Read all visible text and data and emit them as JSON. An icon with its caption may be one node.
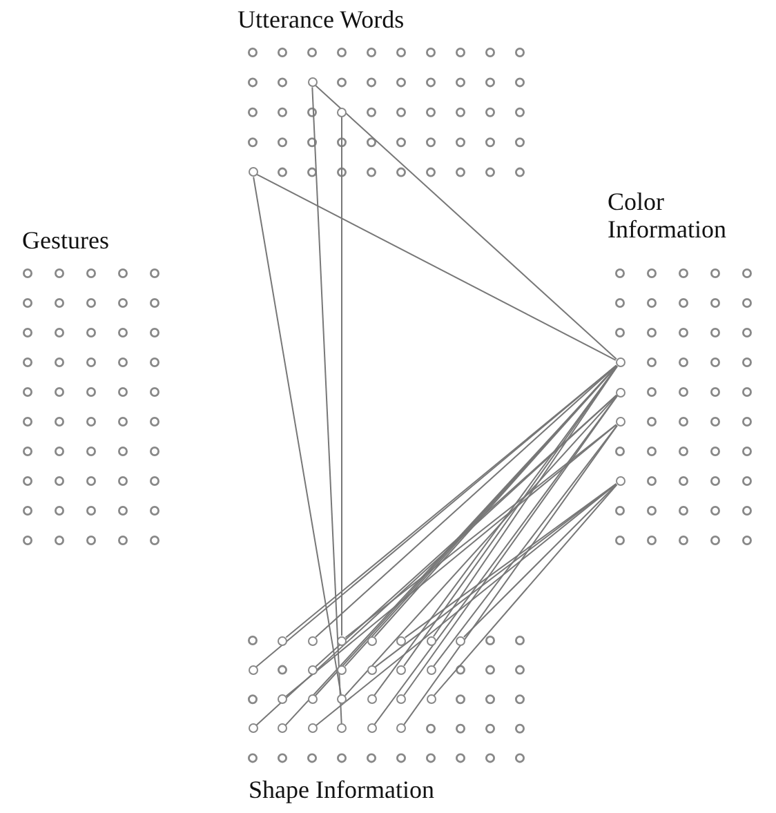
{
  "diagram": {
    "nodes": [
      {
        "text": [],
        "shape": "circle"
      },
      {
        "text": [],
        "shape": "circle"
      },
      {
        "text": [],
        "shape": "circle"
      },
      {
        "text": [],
        "shape": "circle"
      },
      {
        "text": [],
        "shape": "circle"
      },
      {
        "text": [],
        "shape": "circle"
      },
      {
        "text": [],
        "shape": "circle"
      },
      {
        "text": [],
        "shape": "circle"
      },
      {
        "text": [],
        "shape": "circle"
      },
      {
        "text": [],
        "shape": "circle"
      },
      {
        "text": [],
        "shape": "circle"
      },
      {
        "text": [],
        "shape": "circle"
      },
      {
        "text": [],
        "shape": "circle"
      },
      {
        "text": [],
        "shape": "circle"
      },
      {
        "text": [],
        "shape": "circle"
      },
      {
        "text": [],
        "shape": "circle"
      },
      {
        "text": [],
        "shape": "circle"
      },
      {
        "text": [],
        "shape": "circle"
      },
      {
        "text": [],
        "shape": "circle"
      },
      {
        "text": [],
        "shape": "circle"
      },
      {
        "text": [],
        "shape": "circle"
      },
      {
        "text": [],
        "shape": "circle"
      },
      {
        "text": [],
        "shape": "circle"
      },
      {
        "text": [],
        "shape": "circle"
      },
      {
        "text": [],
        "shape": "circle"
      },
      {
        "text": [],
        "shape": "circle"
      },
      {
        "text": [],
        "shape": "circle"
      },
      {
        "text": [],
        "shape": "circle"
      },
      {
        "text": [],
        "shape": "circle"
      },
      {
        "text": [],
        "shape": "circle"
      },
      {
        "text": [],
        "shape": "circle"
      },
      {
        "text": [],
        "shape": "circle"
      }
    ],
    "edges": [
      {
        "from": 0,
        "to": 3,
        "arrow": "none"
      },
      {
        "from": 2,
        "to": 3,
        "arrow": "none"
      },
      {
        "from": 0,
        "to": 29,
        "arrow": "none"
      },
      {
        "from": 1,
        "to": 9,
        "arrow": "none"
      },
      {
        "from": 2,
        "to": 22,
        "arrow": "none"
      },
      {
        "from": 3,
        "to": 14,
        "arrow": "none"
      },
      {
        "from": 3,
        "to": 7,
        "arrow": "none"
      },
      {
        "from": 3,
        "to": 8,
        "arrow": "none"
      },
      {
        "from": 3,
        "to": 21,
        "arrow": "none"
      },
      {
        "from": 3,
        "to": 16,
        "arrow": "none"
      },
      {
        "from": 3,
        "to": 27,
        "arrow": "none"
      },
      {
        "from": 3,
        "to": 10,
        "arrow": "none"
      },
      {
        "from": 3,
        "to": 23,
        "arrow": "none"
      },
      {
        "from": 3,
        "to": 18,
        "arrow": "none"
      },
      {
        "from": 3,
        "to": 12,
        "arrow": "none"
      },
      {
        "from": 4,
        "to": 26,
        "arrow": "none"
      },
      {
        "from": 4,
        "to": 15,
        "arrow": "none"
      },
      {
        "from": 4,
        "to": 22,
        "arrow": "none"
      },
      {
        "from": 4,
        "to": 30,
        "arrow": "none"
      },
      {
        "from": 4,
        "to": 24,
        "arrow": "none"
      },
      {
        "from": 5,
        "to": 20,
        "arrow": "none"
      },
      {
        "from": 5,
        "to": 9,
        "arrow": "none"
      },
      {
        "from": 5,
        "to": 31,
        "arrow": "none"
      },
      {
        "from": 5,
        "to": 19,
        "arrow": "none"
      },
      {
        "from": 6,
        "to": 28,
        "arrow": "none"
      },
      {
        "from": 6,
        "to": 17,
        "arrow": "none"
      },
      {
        "from": 6,
        "to": 11,
        "arrow": "none"
      },
      {
        "from": 6,
        "to": 25,
        "arrow": "none"
      },
      {
        "from": 6,
        "to": 13,
        "arrow": "none"
      }
    ],
    "labels": [
      "Utterance Words",
      "Gestures",
      "Color Information",
      "Shape Information"
    ]
  }
}
